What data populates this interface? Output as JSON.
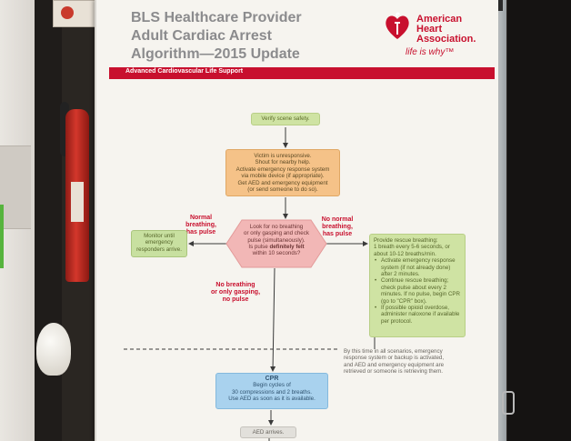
{
  "poster": {
    "title_lines": [
      "BLS Healthcare Provider",
      "Adult Cardiac Arrest",
      "Algorithm—2015 Update"
    ],
    "logo_lines": [
      "American",
      "Heart",
      "Association."
    ],
    "tagline": "life is why™",
    "banner": "Advanced Cardiovascular Life Support"
  },
  "flow": {
    "scene": "Verify scene safety.",
    "victim": [
      "Victim is unresponsive.",
      "Shout for nearby help.",
      "Activate emergency response system",
      "via mobile device (if appropriate).",
      "Get AED and emergency equipment",
      "(or send someone to do so)."
    ],
    "check_lines": [
      "Look for no breathing",
      "or only gasping and check",
      "pulse (simultaneously)."
    ],
    "check_is_pulse": "Is pulse",
    "check_definitely": "definitely felt",
    "check_within": "within 10 seconds?",
    "normal_label": [
      "Normal",
      "breathing,",
      "has pulse"
    ],
    "no_normal_label": [
      "No normal",
      "breathing,",
      "has pulse"
    ],
    "no_breathing_label": [
      "No breathing",
      "or only gasping,",
      "no pulse"
    ],
    "monitor": [
      "Monitor until",
      "emergency",
      "responders arrive."
    ],
    "rescue_intro": [
      "Provide rescue breathing:",
      "1 breath every 5-6 seconds, or",
      "about 10-12 breaths/min."
    ],
    "rescue_bullets": [
      "Activate emergency response system (if not already done) after 2 minutes.",
      "Continue rescue breathing; check pulse about every 2 minutes. If no pulse, begin CPR (go to \"CPR\" box).",
      "If possible opioid overdose, administer naloxone if available per protocol."
    ],
    "scenario_note": [
      "By this time in all scenarios, emergency",
      "response system or backup is activated,",
      "and AED and emergency equipment are",
      "retrieved or someone is retrieving them."
    ],
    "cpr_title": "CPR",
    "cpr_lines": [
      "Begin cycles of",
      "30 compressions and 2 breaths.",
      "Use AED as soon as it is available."
    ],
    "aed": "AED arrives."
  }
}
